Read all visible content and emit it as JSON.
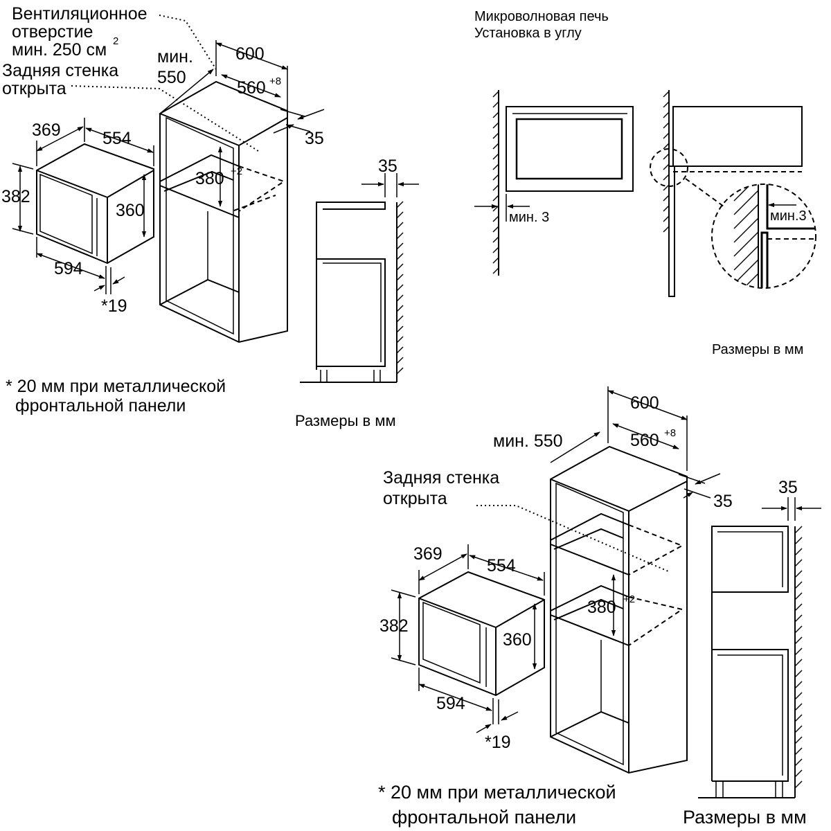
{
  "upper_left": {
    "vent_line1": "Вентиляционное",
    "vent_line2": "отверстие",
    "vent_line3": "мин. 250 см",
    "vent_sup": "2",
    "rear_line1": "Задняя стенка",
    "rear_line2": "открыта",
    "min_label": "мин.",
    "min_value": "550",
    "dim_600": "600",
    "dim_560": "560",
    "dim_560_sup": "+8",
    "dim_35_side": "35",
    "dim_369": "369",
    "dim_554": "554",
    "dim_382": "382",
    "dim_360": "360",
    "dim_594": "594",
    "dim_19": "*19",
    "dim_380": "380",
    "dim_380_sup": "+2",
    "dim_35_top": "35",
    "footnote_line1": "* 20 мм при металлической",
    "footnote_line2": "фронтальной панели",
    "units": "Размеры в мм"
  },
  "upper_right": {
    "title_line1": "Микроволновая печь",
    "title_line2": "Установка в углу",
    "min3_left": "мин. 3",
    "min3_detail": "мин.3",
    "units": "Размеры в мм"
  },
  "lower_right": {
    "dim_600": "600",
    "min_label": "мин. 550",
    "dim_560": "560",
    "dim_560_sup": "+8",
    "dim_35_side": "35",
    "rear_line1": "Задняя стенка",
    "rear_line2": "открыта",
    "dim_35_top": "35",
    "dim_369": "369",
    "dim_554": "554",
    "dim_382": "382",
    "dim_360": "360",
    "dim_380": "380",
    "dim_380_sup": "+2",
    "dim_594": "594",
    "dim_19": "*19",
    "footnote_line1": "* 20 мм при металлической",
    "footnote_line2": "фронтальной панели",
    "units": "Размеры в мм"
  }
}
